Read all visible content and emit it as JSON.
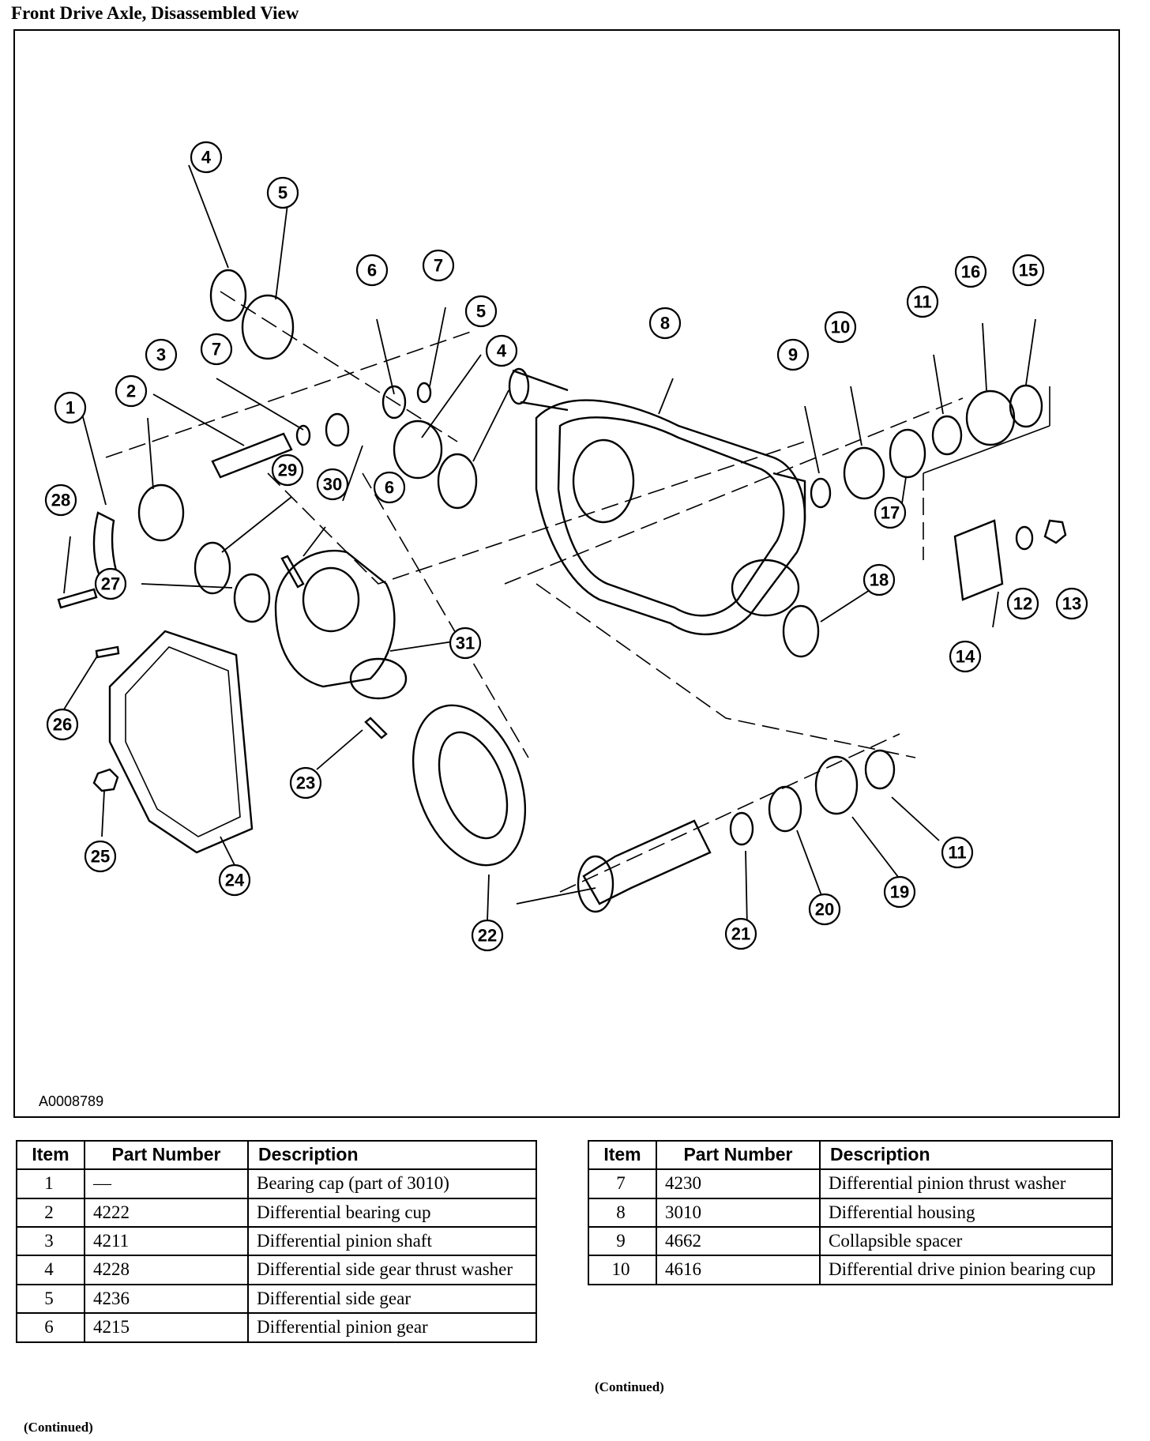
{
  "title": "Front Drive Axle, Disassembled View",
  "figure_id": "A0008789",
  "callouts": [
    {
      "label": "1"
    },
    {
      "label": "2"
    },
    {
      "label": "3"
    },
    {
      "label": "4"
    },
    {
      "label": "5"
    },
    {
      "label": "7"
    },
    {
      "label": "6"
    },
    {
      "label": "7"
    },
    {
      "label": "5"
    },
    {
      "label": "4"
    },
    {
      "label": "6"
    },
    {
      "label": "8"
    },
    {
      "label": "9"
    },
    {
      "label": "10"
    },
    {
      "label": "11"
    },
    {
      "label": "16"
    },
    {
      "label": "15"
    },
    {
      "label": "17"
    },
    {
      "label": "28"
    },
    {
      "label": "29"
    },
    {
      "label": "30"
    },
    {
      "label": "27"
    },
    {
      "label": "18"
    },
    {
      "label": "12"
    },
    {
      "label": "13"
    },
    {
      "label": "14"
    },
    {
      "label": "31"
    },
    {
      "label": "26"
    },
    {
      "label": "23"
    },
    {
      "label": "11"
    },
    {
      "label": "25"
    },
    {
      "label": "24"
    },
    {
      "label": "19"
    },
    {
      "label": "20"
    },
    {
      "label": "21"
    },
    {
      "label": "22"
    }
  ],
  "table_headers": {
    "item": "Item",
    "part_number": "Part Number",
    "description": "Description"
  },
  "tables": [
    {
      "rows": [
        {
          "item": "1",
          "part_number": "—",
          "description": "Bearing cap (part of 3010)"
        },
        {
          "item": "2",
          "part_number": "4222",
          "description": "Differential bearing cup"
        },
        {
          "item": "3",
          "part_number": "4211",
          "description": "Differential pinion shaft"
        },
        {
          "item": "4",
          "part_number": "4228",
          "description": "Differential side gear thrust washer"
        },
        {
          "item": "5",
          "part_number": "4236",
          "description": "Differential side gear"
        },
        {
          "item": "6",
          "part_number": "4215",
          "description": "Differential pinion gear"
        }
      ],
      "continued": "(Continued)"
    },
    {
      "rows": [
        {
          "item": "7",
          "part_number": "4230",
          "description": "Differential pinion thrust washer"
        },
        {
          "item": "8",
          "part_number": "3010",
          "description": "Differential housing"
        },
        {
          "item": "9",
          "part_number": "4662",
          "description": "Collapsible spacer"
        },
        {
          "item": "10",
          "part_number": "4616",
          "description": "Differential drive pinion bearing cup"
        }
      ],
      "continued": "(Continued)"
    }
  ]
}
